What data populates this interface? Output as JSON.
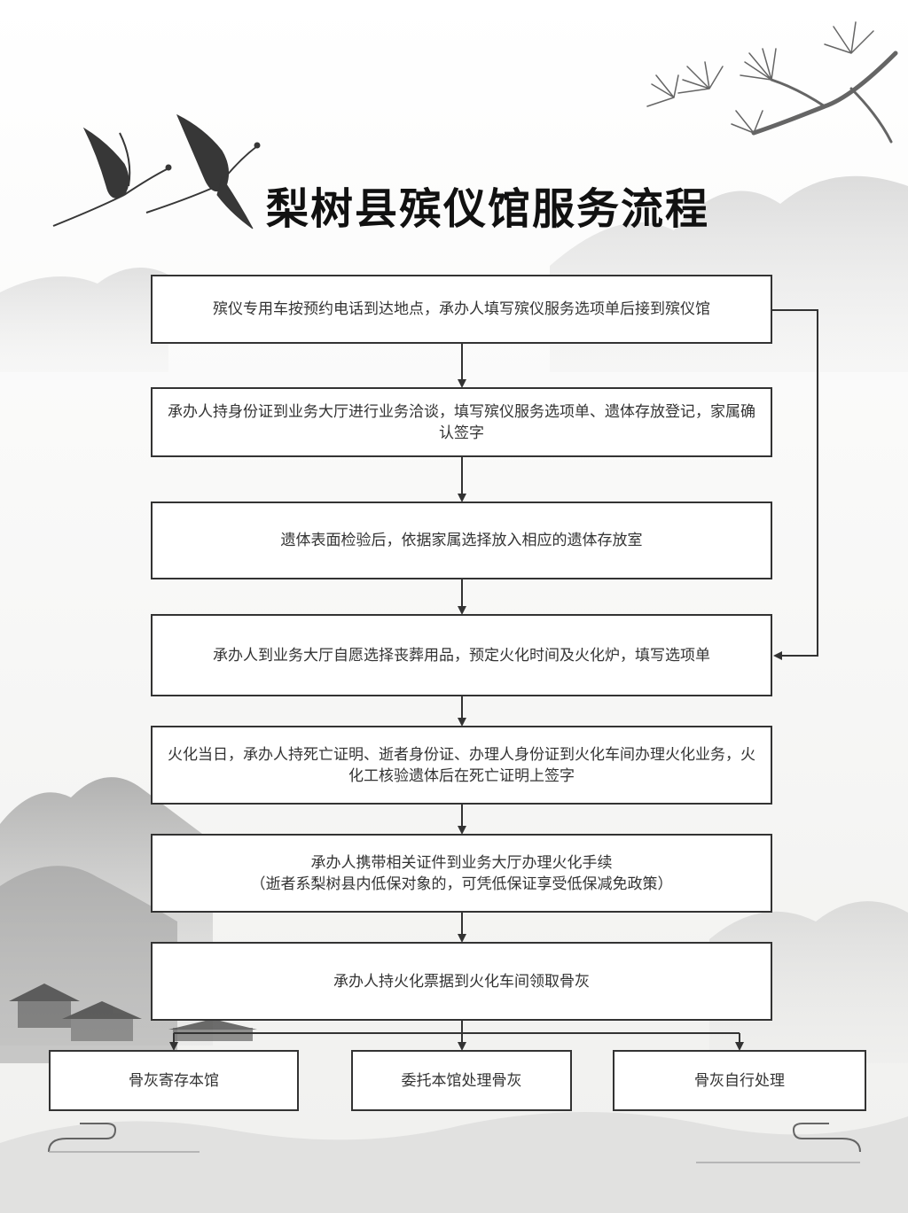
{
  "title": "梨树县殡仪馆服务流程",
  "steps": [
    {
      "text": "殡仪专用车按预约电话到达地点，承办人填写殡仪服务选项单后接到殡仪馆"
    },
    {
      "text": "承办人持身份证到业务大厅进行业务洽谈，填写殡仪服务选项单、遗体存放登记，家属确认签字"
    },
    {
      "text": "遗体表面检验后，依据家属选择放入相应的遗体存放室"
    },
    {
      "text": "承办人到业务大厅自愿选择丧葬用品，预定火化时间及火化炉，填写选项单"
    },
    {
      "text": "火化当日，承办人持死亡证明、逝者身份证、办理人身份证到火化车间办理火化业务，火化工核验遗体后在死亡证明上签字"
    },
    {
      "text": "承办人携带相关证件到业务大厅办理火化手续",
      "text2": "（逝者系梨树县内低保对象的，可凭低保证享受低保减免政策）"
    },
    {
      "text": "承办人持火化票据到火化车间领取骨灰"
    }
  ],
  "options": [
    {
      "text": "骨灰寄存本馆"
    },
    {
      "text": "委托本馆处理骨灰"
    },
    {
      "text": "骨灰自行处理"
    }
  ],
  "colors": {
    "line": "#333333",
    "box_border": "#333333",
    "ink": "#555555"
  }
}
